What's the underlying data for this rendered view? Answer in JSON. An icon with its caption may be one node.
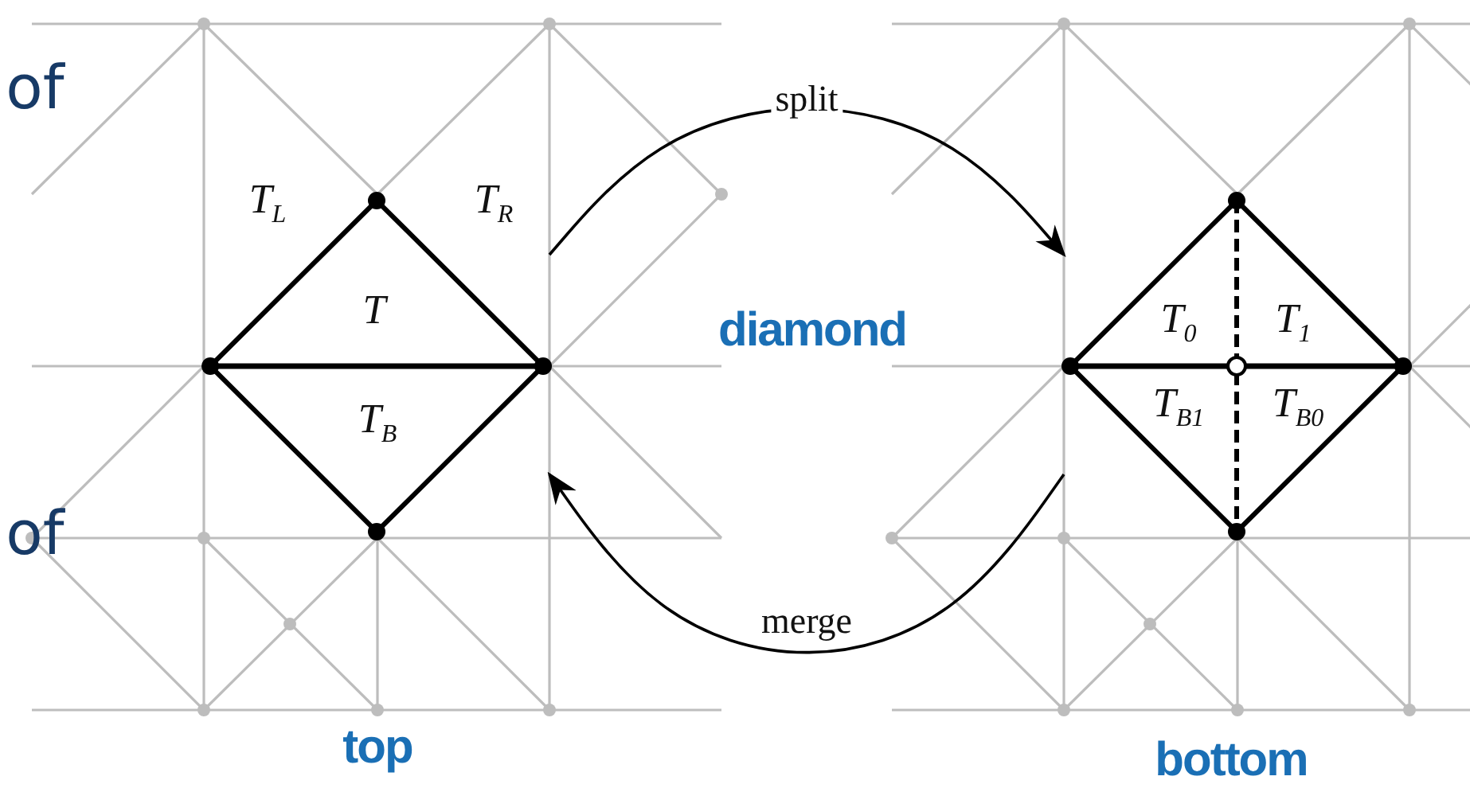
{
  "diagram": {
    "nodes": [
      {
        "text": [],
        "shape": "diamond"
      },
      {
        "text": [],
        "shape": "diamond"
      }
    ],
    "edges": [
      {
        "from": 0,
        "to": 1,
        "arrow": "to",
        "label": "split"
      },
      {
        "from": 1,
        "to": 0,
        "arrow": "to",
        "label": "merge"
      }
    ],
    "labels": [
      "of",
      "T$_{L}$",
      "T$_{R}$",
      "T",
      "diamond",
      "T$_{0}$",
      "T$_{1}$",
      "T$_{B}$",
      "T$_{B1}$",
      "T$_{B0}$",
      "of",
      "top",
      "bottom"
    ]
  }
}
